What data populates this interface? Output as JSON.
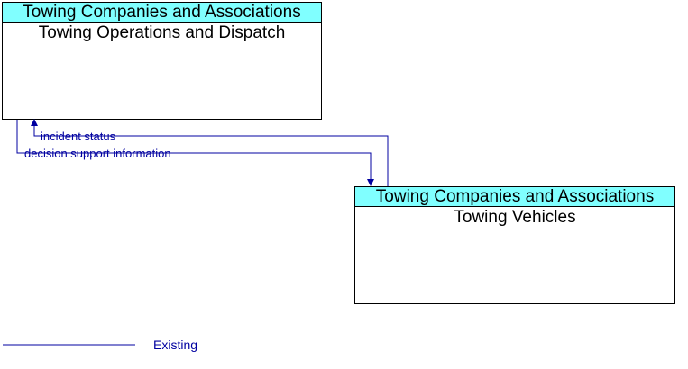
{
  "boxes": {
    "dispatch": {
      "group": "Towing Companies and Associations",
      "name": "Towing Operations and Dispatch"
    },
    "vehicles": {
      "group": "Towing Companies and Associations",
      "name": "Towing Vehicles"
    }
  },
  "flows": {
    "incident_status": "incident status",
    "decision_support": "decision support information"
  },
  "legend": {
    "existing": "Existing"
  },
  "colors": {
    "header_fill": "#80ffff",
    "flow_line": "#0000a0"
  }
}
